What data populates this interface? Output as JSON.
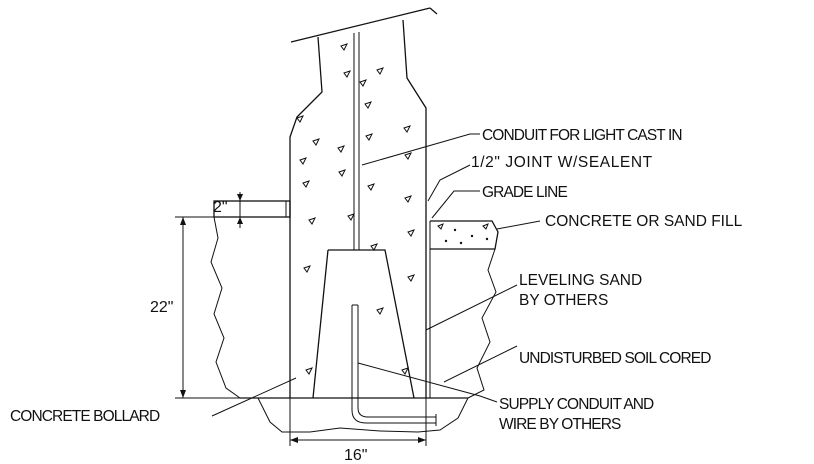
{
  "labels": {
    "conduit_for_light": "CONDUIT FOR LIGHT CAST IN",
    "joint_sealant": "1/2\" JOINT W/SEALENT",
    "grade_line": "GRADE LINE",
    "concrete_or_sand_fill": "CONCRETE OR SAND FILL",
    "leveling_sand_1": "LEVELING SAND",
    "leveling_sand_2": "BY OTHERS",
    "undisturbed_soil": "UNDISTURBED SOIL CORED",
    "concrete_bollard": "CONCRETE BOLLARD",
    "supply_conduit_1": "SUPPLY CONDUIT AND",
    "supply_conduit_2": "WIRE BY OTHERS"
  },
  "dimensions": {
    "top_thickness": "2\"",
    "depth": "22\"",
    "width": "16\""
  },
  "colors": {
    "line": "#111111",
    "background": "#ffffff"
  }
}
